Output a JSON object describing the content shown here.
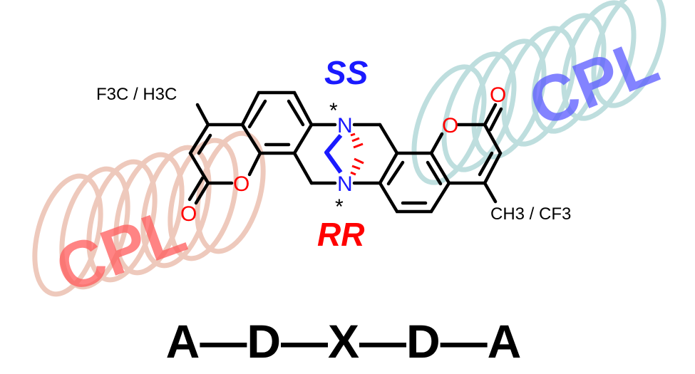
{
  "labels": {
    "stereo_top": "SS",
    "stereo_bottom": "RR",
    "substituent_left": "F3C / H3C",
    "substituent_right": "CH3 / CF3",
    "cpl_left": "CPL",
    "cpl_right": "CPL",
    "sequence": "A—D—X—D—A",
    "atom_n": "N",
    "atom_o": "O",
    "chiral_mark": "*"
  },
  "colors": {
    "nitrogen": "#1a1aff",
    "oxygen": "#ff0000",
    "spring_left": "#e9b8a6",
    "spring_right": "#a9d4d4",
    "cpl_left": "#ff6b6b",
    "cpl_right": "#6b6bff"
  }
}
